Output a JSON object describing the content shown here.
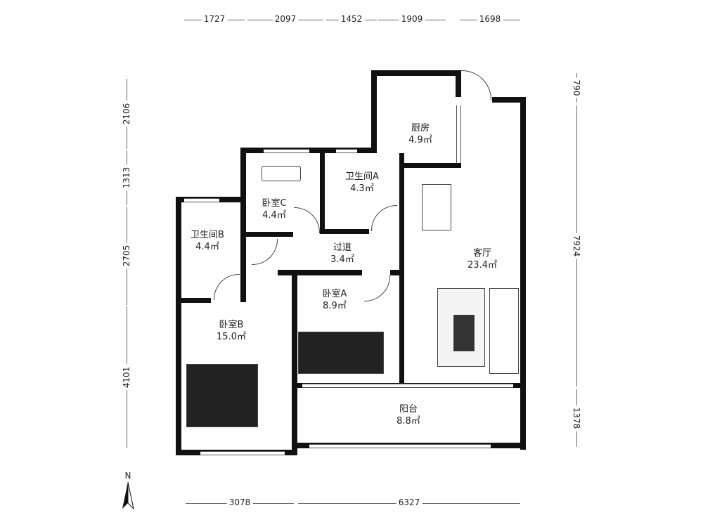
{
  "rooms": [
    {
      "name": "厨房",
      "area": "4.9㎡"
    },
    {
      "name": "卫生间A",
      "area": "4.3㎡"
    },
    {
      "name": "卧室C",
      "area": "4.4㎡"
    },
    {
      "name": "卫生间B",
      "area": "4.4㎡"
    },
    {
      "name": "过道",
      "area": "3.4㎡"
    },
    {
      "name": "客厅",
      "area": "23.4㎡"
    },
    {
      "name": "卧室A",
      "area": "8.9㎡"
    },
    {
      "name": "卧室B",
      "area": "15.0㎡"
    },
    {
      "name": "阳台",
      "area": "8.8㎡"
    }
  ],
  "dimensions": {
    "top": [
      "1727",
      "2097",
      "1452",
      "1909",
      "1698"
    ],
    "left": [
      "2106",
      "1313",
      "2705",
      "4101"
    ],
    "right": [
      "790",
      "7924",
      "1378"
    ],
    "bottom": [
      "3078",
      "6327"
    ]
  },
  "compass": {
    "label": "N"
  }
}
